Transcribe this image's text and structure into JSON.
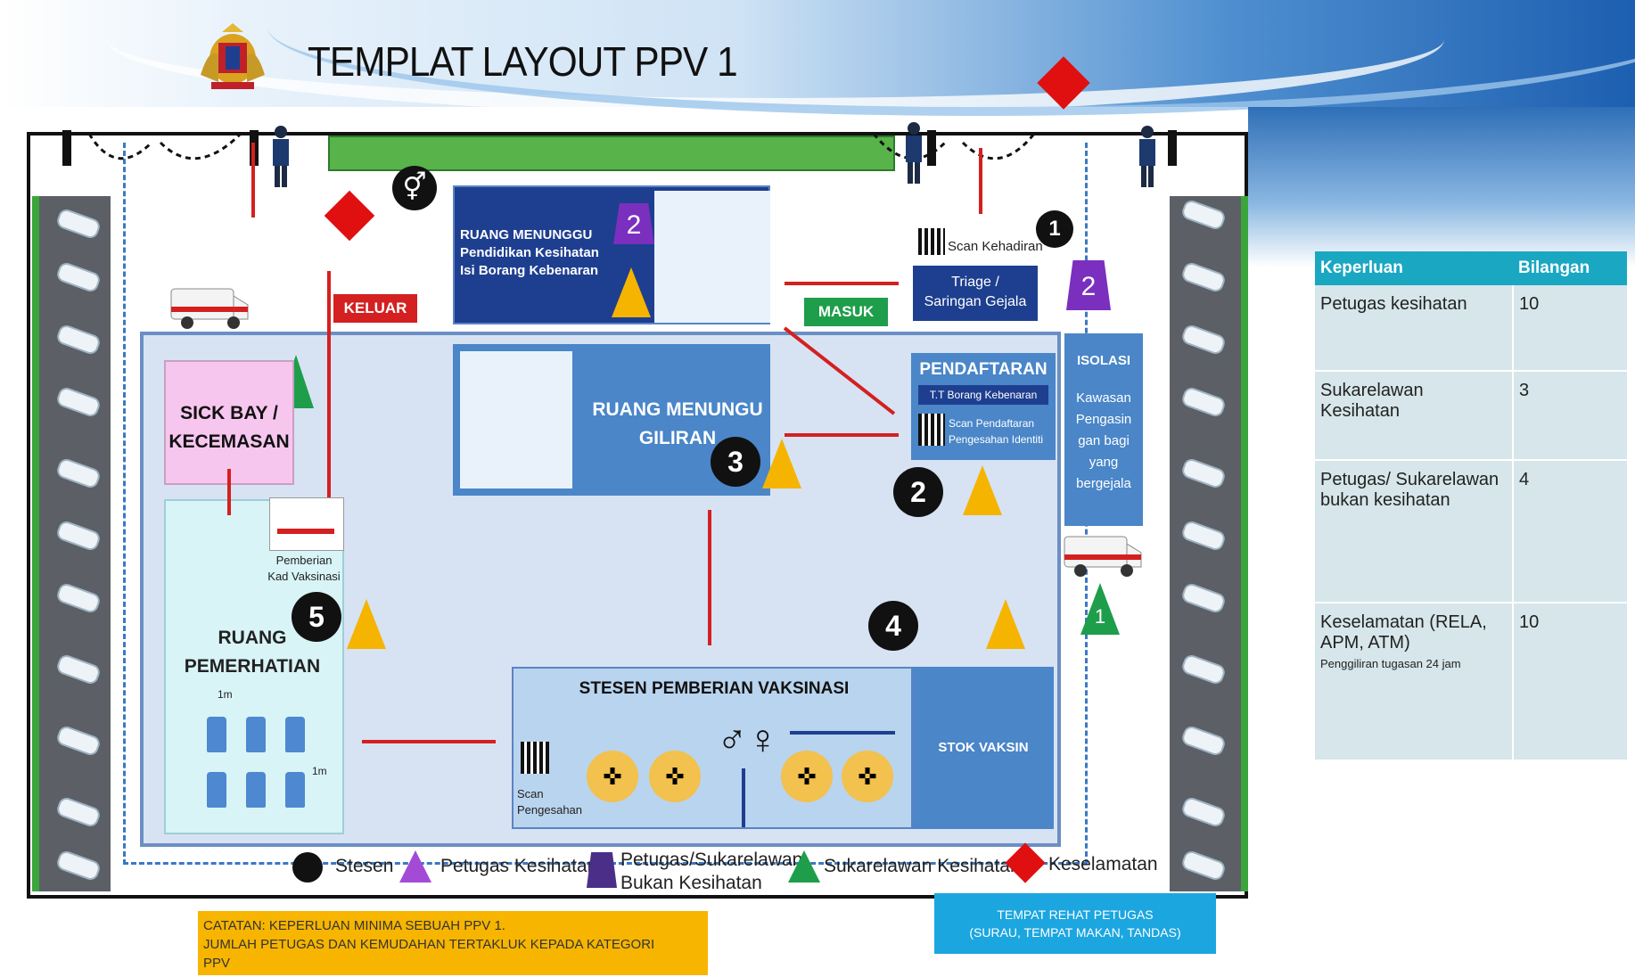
{
  "header": {
    "title": "TEMPLAT LAYOUT PPV 1"
  },
  "zones": {
    "ruang_menunggu": [
      "RUANG MENUNGGU",
      "Pendidikan Kesihatan",
      "Isi Borang Kebenaran"
    ],
    "keluar": "KELUAR",
    "masuk": "MASUK",
    "scan_kehadiran": "Scan Kehadiran",
    "triage": [
      "Triage /",
      "Saringan Gejala"
    ],
    "pendaftaran": "PENDAFTARAN",
    "tt_borang": "T.T Borang Kebenaran",
    "scan_pendaftaran": [
      "Scan Pendaftaran",
      "Pengesahan Identiti"
    ],
    "isolasi_title": "ISOLASI",
    "isolasi_body": [
      "Kawasan",
      "Pengasin",
      "gan bagi",
      "yang",
      "bergejala"
    ],
    "ruang_menungu_giliran": [
      "RUANG MENUNGU",
      "GILIRAN"
    ],
    "sick_bay": [
      "SICK BAY /",
      "KECEMASAN"
    ],
    "pemberian_kad": [
      "Pemberian",
      "Kad Vaksinasi"
    ],
    "ruang_pemerhatian": [
      "RUANG",
      "PEMERHATIAN"
    ],
    "stesen_vaksinasi": "STESEN PEMBERIAN VAKSINASI",
    "stok_vaksin": "STOK VAKSIN",
    "scan_pengesahan": [
      "Scan",
      "Pengesahan"
    ],
    "spacing_label": "1m"
  },
  "markers": {
    "stations": [
      "1",
      "2",
      "3",
      "4",
      "5"
    ],
    "purple_triangles": [
      "2",
      "2"
    ],
    "green_triangle": "1"
  },
  "legend": {
    "stesen": "Stesen",
    "petugas_kesihatan": "Petugas Kesihatan",
    "petugas_sukarelawan": [
      "Petugas/Sukarelawan",
      "Bukan Kesihatan"
    ],
    "sukarelawan_kesihatan": "Sukarelawan Kesihatan",
    "keselamatan": "Keselamatan"
  },
  "rest_area": [
    "TEMPAT REHAT PETUGAS",
    "(SURAU, TEMPAT MAKAN, TANDAS)"
  ],
  "note": [
    "CATATAN: KEPERLUAN MINIMA SEBUAH PPV 1.",
    "JUMLAH PETUGAS DAN KEMUDAHAN TERTAKLUK KEPADA KATEGORI",
    "PPV"
  ],
  "table": {
    "headers": [
      "Keperluan",
      "Bilangan"
    ],
    "rows": [
      {
        "item": "Petugas kesihatan",
        "count": "10",
        "sub": ""
      },
      {
        "item": "Sukarelawan Kesihatan",
        "count": "3",
        "sub": ""
      },
      {
        "item": "Petugas/ Sukarelawan bukan kesihatan",
        "count": "4",
        "sub": ""
      },
      {
        "item": "Keselamatan (RELA, APM, ATM)",
        "count": "10",
        "sub": "Penggiliran tugasan 24 jam"
      }
    ]
  },
  "colors": {
    "dark_blue": "#1e3f8f",
    "mid_blue": "#4a86c8",
    "red_arrow": "#d42020",
    "yellow_triangle": "#f5b400",
    "purple_triangle": "#7b2fbe",
    "green_triangle": "#1e9e4a",
    "diamond_red": "#e01010",
    "note_bg": "#f7b500",
    "rest_bg": "#1ca6e0",
    "table_header": "#1aa7c2"
  }
}
